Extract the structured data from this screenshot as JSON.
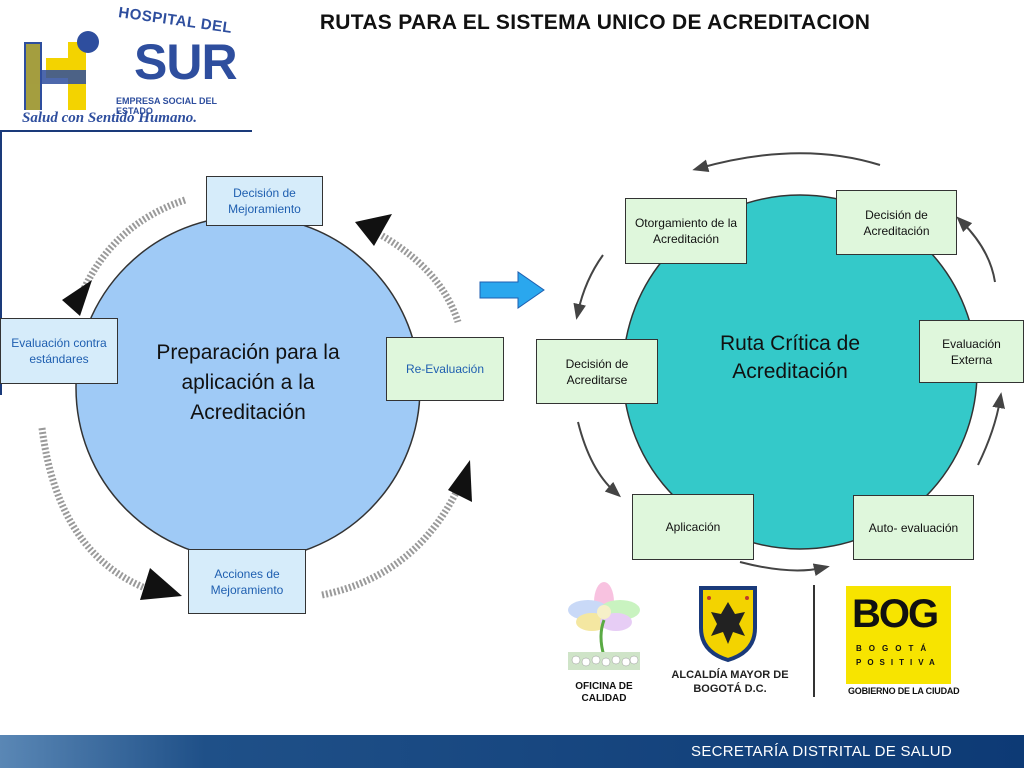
{
  "title": "RUTAS PARA EL SISTEMA UNICO DE ACREDITACION",
  "logo": {
    "hospital": "HOSPITAL DEL",
    "sur": "SUR",
    "empresa": "EMPRESA SOCIAL DEL ESTADO",
    "slogan": "Salud con Sentido Humano."
  },
  "left_cycle": {
    "center_text": "Preparación para la aplicación a la Acreditación",
    "center_color": "#9fcaf6",
    "boxes": {
      "top": "Decisión de Mejoramiento",
      "left": "Evaluación contra estándares",
      "right": "Re-Evaluación",
      "bottom": "Acciones de Mejoramiento"
    }
  },
  "right_cycle": {
    "center_text": "Ruta Crítica de Acreditación",
    "center_color": "#34c9c9",
    "boxes": {
      "otorgamiento": "Otorgamiento de la Acreditación",
      "decision_acreditacion": "Decisión de Acreditación",
      "evaluacion_externa": "Evaluación Externa",
      "decision_acreditarse": "Decisión de Acreditarse",
      "aplicacion": "Aplicación",
      "autoevaluacion": "Auto- evaluación"
    }
  },
  "logos": {
    "calidad": "OFICINA DE CALIDAD",
    "alcaldia": "ALCALDÍA MAYOR DE BOGOTÁ D.C.",
    "bog_main": "BOG",
    "bog_sub1": "BOGOTÁ",
    "bog_sub2": "POSITIVA",
    "bog_gobierno": "GOBIERNO DE LA CIUDAD"
  },
  "footer": "SECRETARÍA DISTRITAL DE SALUD",
  "colors": {
    "accent_blue": "#1f5fb0",
    "footer_blue": "#0d3a75",
    "arrow_blue": "#2aa7ee"
  }
}
